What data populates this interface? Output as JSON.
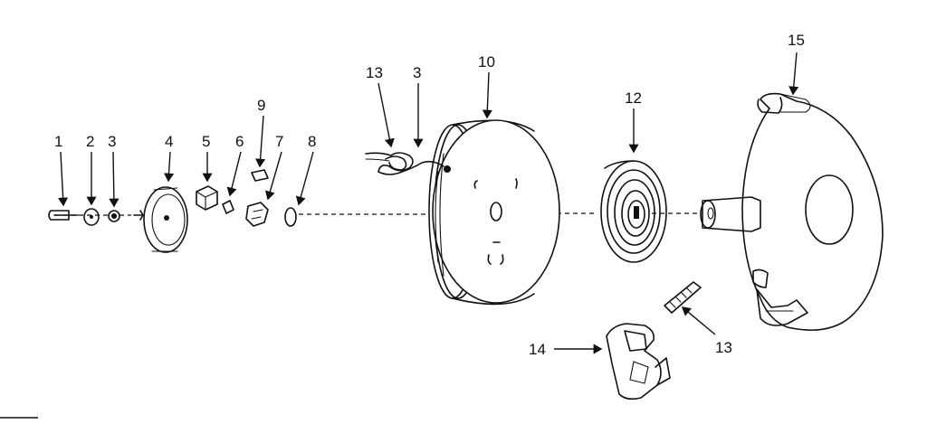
{
  "labels": [
    {
      "text": "1",
      "part": "screw"
    },
    {
      "text": "2",
      "part": "washer"
    },
    {
      "text": "3",
      "part": "small-washer"
    },
    {
      "text": "4",
      "part": "retainer-plate"
    },
    {
      "text": "5",
      "part": "spacer"
    },
    {
      "text": "6",
      "part": "spring-small"
    },
    {
      "text": "7",
      "part": "pawl"
    },
    {
      "text": "8",
      "part": "ring"
    },
    {
      "text": "9",
      "part": "pawl-upper"
    },
    {
      "text": "10",
      "part": "pulley"
    },
    {
      "text": "12",
      "part": "recoil-spring"
    },
    {
      "text": "13",
      "part": "rope-knot"
    },
    {
      "text": "3",
      "part": "washer-rope"
    },
    {
      "text": "13",
      "part": "rope-piece"
    },
    {
      "text": "14",
      "part": "handle"
    },
    {
      "text": "15",
      "part": "housing"
    }
  ]
}
